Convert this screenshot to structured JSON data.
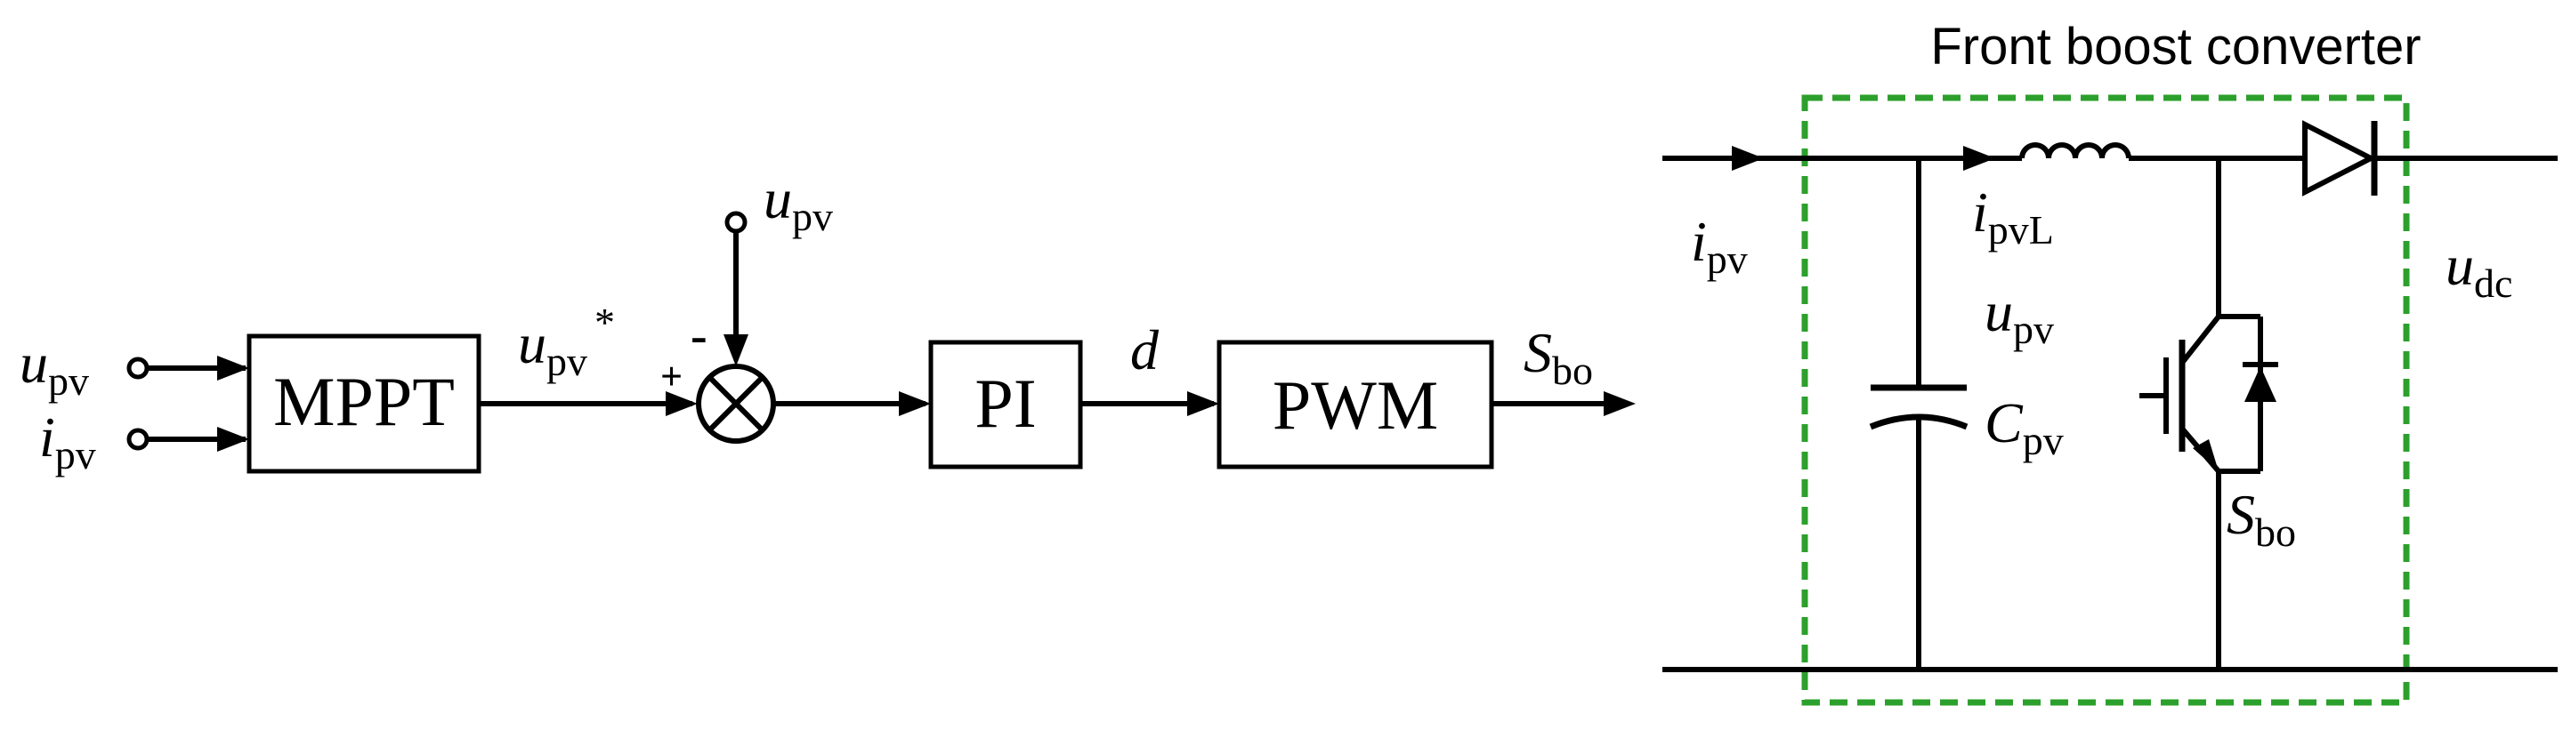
{
  "inputs": {
    "u_pv": {
      "main": "u",
      "sub": "pv"
    },
    "i_pv": {
      "main": "i",
      "sub": "pv"
    }
  },
  "blocks": {
    "mppt": "MPPT",
    "pi": "PI",
    "pwm": "PWM"
  },
  "signals": {
    "u_pv_ref": {
      "main": "u",
      "sub": "pv",
      "sup": "*"
    },
    "u_pv_feedback": {
      "main": "u",
      "sub": "pv"
    },
    "sign_plus": "+",
    "sign_minus": "-",
    "duty": "d",
    "s_bo_out": {
      "main": "S",
      "sub": "bo"
    }
  },
  "converter": {
    "title": "Front boost converter",
    "i_pv": {
      "main": "i",
      "sub": "pv"
    },
    "i_pvL": {
      "main": "i",
      "sub": "pvL"
    },
    "u_pv": {
      "main": "u",
      "sub": "pv"
    },
    "c_pv": {
      "main": "C",
      "sub": "pv"
    },
    "s_bo": {
      "main": "S",
      "sub": "bo"
    },
    "u_dc": {
      "main": "u",
      "sub": "dc"
    },
    "border_color": "#2ca02c"
  }
}
